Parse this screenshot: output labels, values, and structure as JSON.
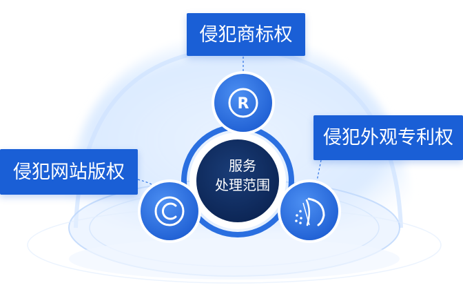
{
  "center": {
    "line1": "服务",
    "line2": "处理范围"
  },
  "labels": {
    "trademark": "侵犯商标权",
    "design_patent": "侵犯外观专利权",
    "copyright": "侵犯网站版权"
  },
  "icons": {
    "trademark": "registered-trademark-icon",
    "design_patent": "patent-emblem-icon",
    "copyright": "copyright-icon"
  },
  "colors": {
    "label_bg": "#1a5fd6",
    "node_blue": "#2f74e6",
    "center_navy": "#0d2a5c",
    "ring_blue": "#2a6fe0"
  }
}
